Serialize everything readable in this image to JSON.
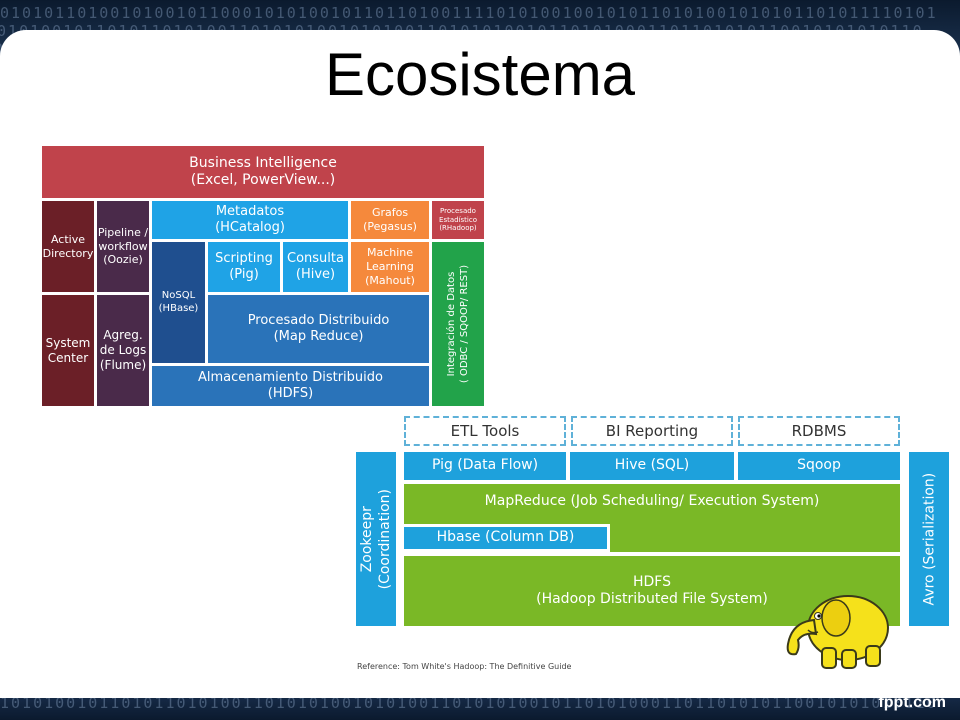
{
  "slide": {
    "title": "Ecosistema",
    "footer_brand": "fppt.com"
  },
  "banner": {
    "binary_rows": [
      "0101011010010100101100010101001011011010011110101001001010110101001010101101011110101",
      "1010100101101011010100110101010010101001101010100101101010001101101010110010101010110",
      "0110101001010110101101010100101101010010101101010011010101001010110101101001010101101"
    ]
  },
  "bi_diagram": {
    "business_intelligence": {
      "line1": "Business Intelligence",
      "line2": "(Excel, PowerView...)"
    },
    "active_directory": {
      "line1": "Active",
      "line2": "Directory"
    },
    "pipeline": {
      "line1": "Pipeline /",
      "line2": "workflow",
      "line3": "(Oozie)"
    },
    "metadatos": {
      "line1": "Metadatos",
      "line2": "(HCatalog)"
    },
    "grafos": {
      "line1": "Grafos",
      "line2": "(Pegasus)"
    },
    "procesado_estadistico": {
      "line1": "Procesado",
      "line2": "Estadístico",
      "line3": "(RHadoop)"
    },
    "nosql": {
      "line1": "NoSQL",
      "line2": "(HBase)"
    },
    "scripting": {
      "line1": "Scripting",
      "line2": "(Pig)"
    },
    "consulta": {
      "line1": "Consulta",
      "line2": "(Hive)"
    },
    "machine_learning": {
      "line1": "Machine",
      "line2": "Learning",
      "line3": "(Mahout)"
    },
    "integracion": {
      "line1": "Integración de Datos",
      "line2": "( ODBC / SQOOP/ REST)"
    },
    "system_center": {
      "line1": "System",
      "line2": "Center"
    },
    "agreg_logs": {
      "line1": "Agreg.",
      "line2": "de Logs",
      "line3": "(Flume)"
    },
    "procesado_distribuido": {
      "line1": "Procesado Distribuido",
      "line2": "(Map Reduce)"
    },
    "almacenamiento": {
      "line1": "Almacenamiento Distribuido",
      "line2": "(HDFS)"
    }
  },
  "hadoop_diagram": {
    "etl_tools": "ETL Tools",
    "bi_reporting": "BI Reporting",
    "rdbms": "RDBMS",
    "pig": "Pig (Data Flow)",
    "hive": "Hive (SQL)",
    "sqoop": "Sqoop",
    "mapreduce": "MapReduce (Job Scheduling/ Execution System)",
    "hbase": "Hbase (Column DB)",
    "hdfs": {
      "line1": "HDFS",
      "line2": "(Hadoop Distributed File System)"
    },
    "zookeeper": {
      "line1": "Zookeepr",
      "line2": "(Coordination)"
    },
    "avro": "Avro (Serialization)",
    "reference": "Reference: Tom White's Hadoop: The Definitive Guide"
  },
  "colors": {
    "bi_red": "#c0434b",
    "dark_red": "#6b1f27",
    "dark_purple": "#4a2a4a",
    "light_blue": "#1fa3e6",
    "medium_blue": "#2a73b9",
    "navy": "#1f4f8f",
    "orange": "#f5893c",
    "green": "#22a34a",
    "hadoop_blue": "#1ea1dc",
    "hadoop_green": "#7ab826",
    "dashed_border": "#5fb1d8"
  }
}
